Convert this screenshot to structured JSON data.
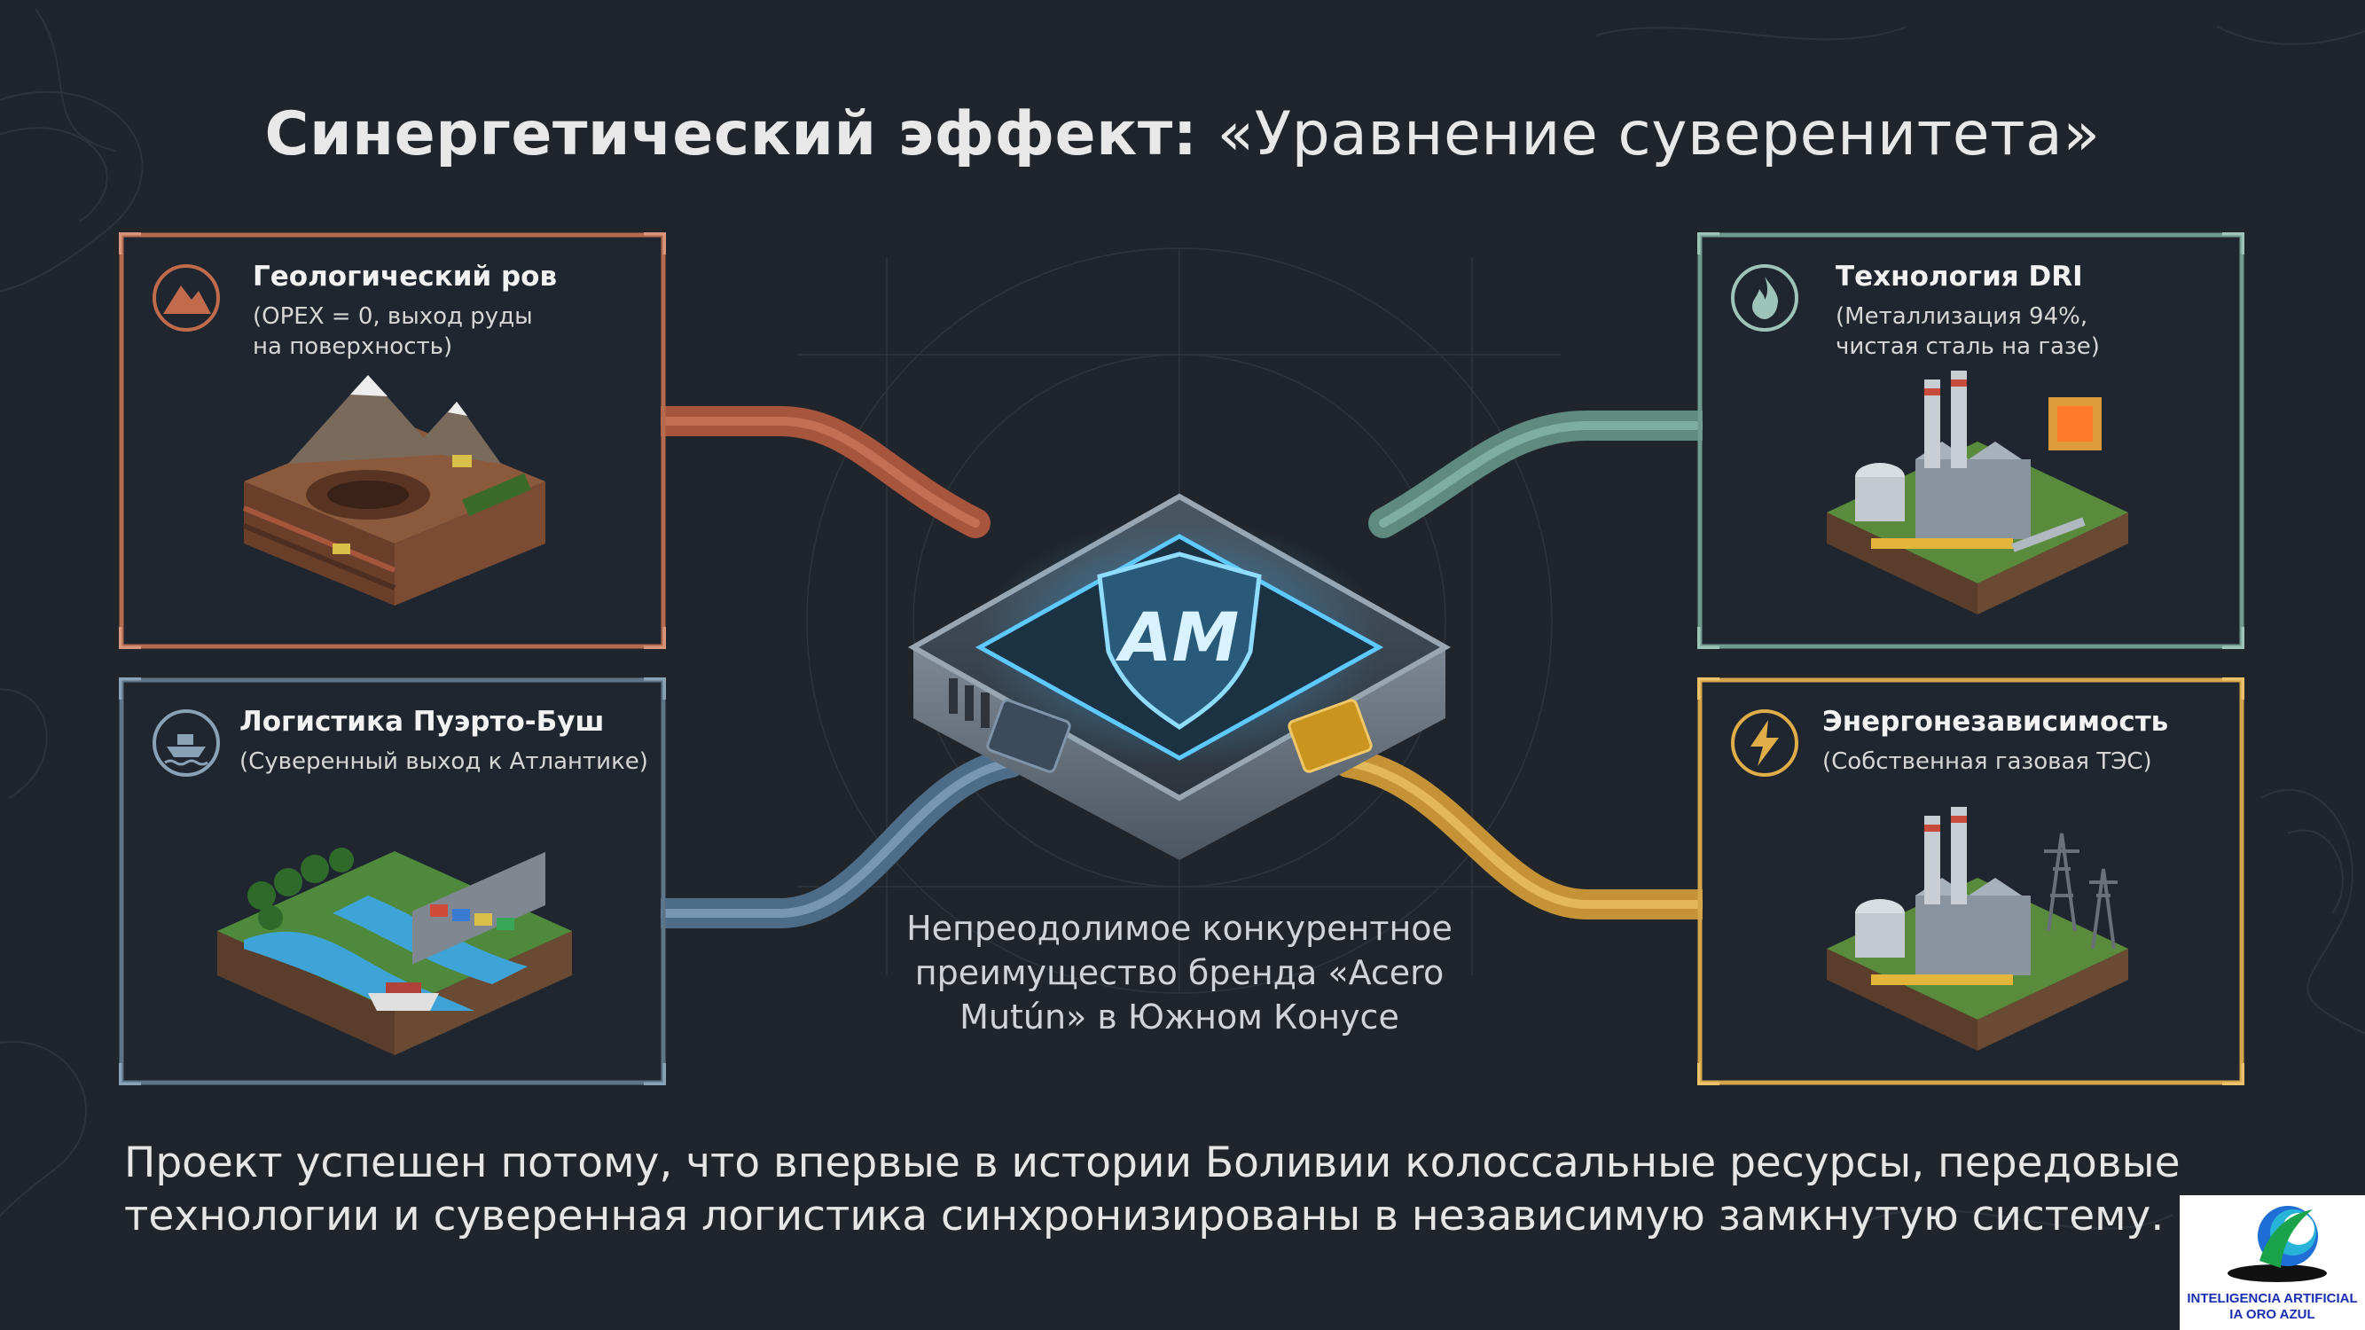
{
  "header": {
    "title_bold": "Синергетический эффект:",
    "title_rest": " «Уравнение суверенитета»"
  },
  "cards": [
    {
      "title": "Геологический ров",
      "subtitle": "(OPEX = 0, выход руды\nна поверхность)",
      "icon": "mountain-icon",
      "accent": "#b56a4e"
    },
    {
      "title": "Логистика Пуэрто-Буш",
      "subtitle": "(Суверенный выход к Атлантике)",
      "icon": "ship-icon",
      "accent": "#5d7589"
    },
    {
      "title": "Технология DRI",
      "subtitle": "(Металлизация 94%,\nчистая сталь на газе)",
      "icon": "flame-icon",
      "accent": "#6e9a90"
    },
    {
      "title": "Энергонезависимость",
      "subtitle": "(Собственная газовая ТЭС)",
      "icon": "lightning-icon",
      "accent": "#d4a54a"
    }
  ],
  "hub": {
    "emblem": "AM",
    "caption": "Непреодолимое конкурентное\nпреимущество бренда «Acero\nMutún» в Южном Конусе"
  },
  "footer": {
    "text": "Проект успешен потому, что впервые в истории Боливии колоссальные ресурсы, передовые\nтехнологии и суверенная логистика синхронизированы в независимую замкнутую систему."
  },
  "logo": {
    "text": "INTELIGENCIA ARTIFICIAL\nIA ORO AZUL"
  }
}
